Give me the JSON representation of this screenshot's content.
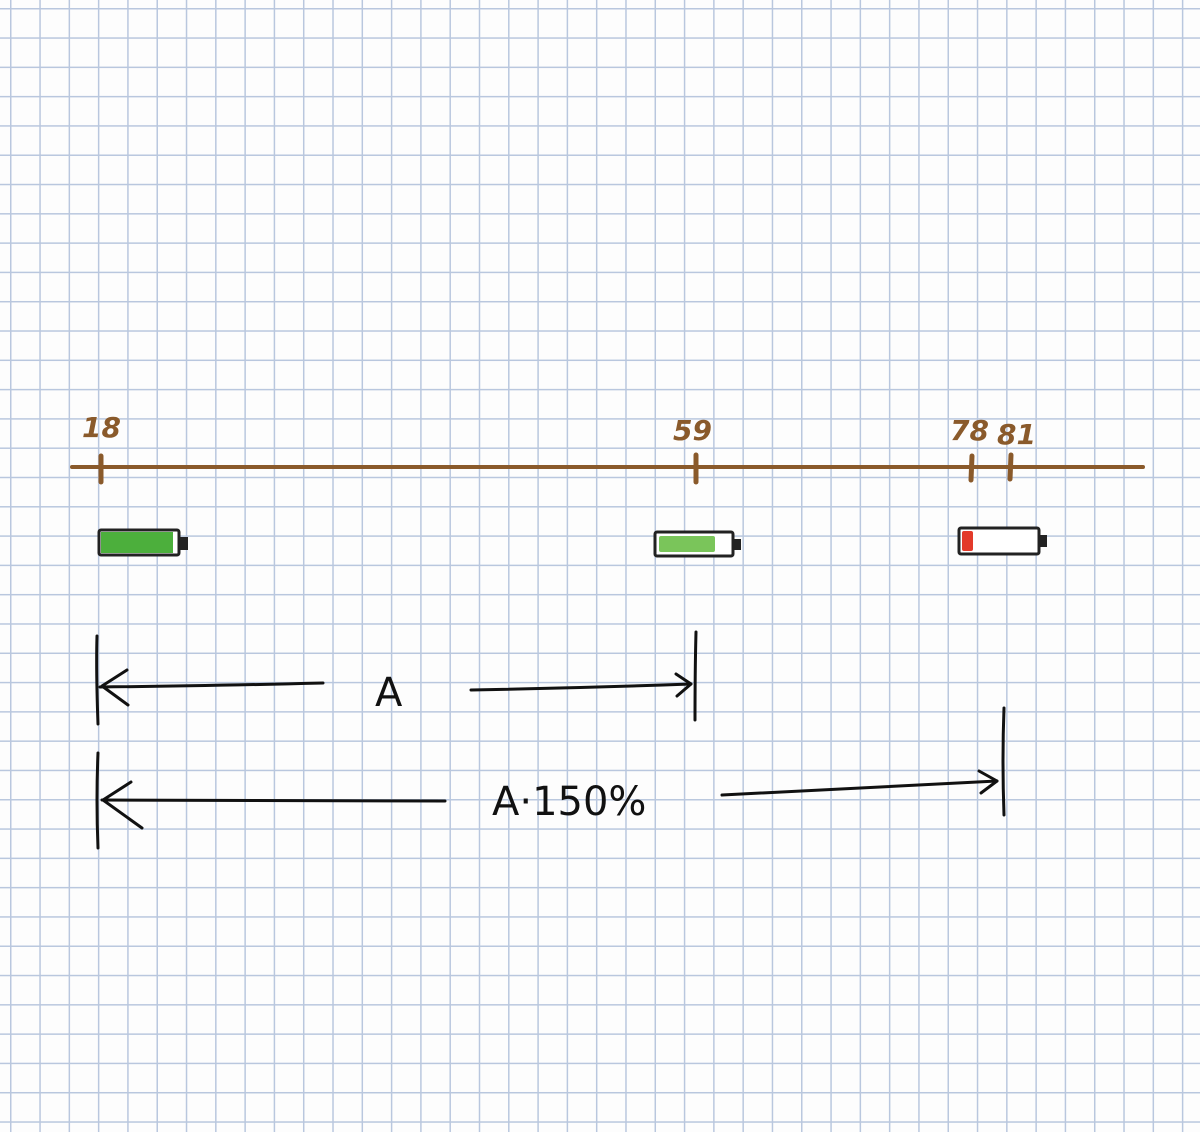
{
  "diagram": {
    "timeline": {
      "color": "#8a5a2b",
      "ticks": [
        {
          "label": "18",
          "value": 18
        },
        {
          "label": "59",
          "value": 59
        },
        {
          "label": "78",
          "value": 78
        },
        {
          "label": "81",
          "value": 81
        }
      ]
    },
    "batteries": [
      {
        "name": "battery-full-icon",
        "charge": 0.95,
        "fill_color": "#4caf3c"
      },
      {
        "name": "battery-half-icon",
        "charge": 0.8,
        "fill_color": "#7ac55a"
      },
      {
        "name": "battery-low-icon",
        "charge": 0.15,
        "fill_color": "#e33a2a"
      }
    ],
    "spans": [
      {
        "label": "A"
      },
      {
        "label": "A·150%"
      }
    ]
  }
}
